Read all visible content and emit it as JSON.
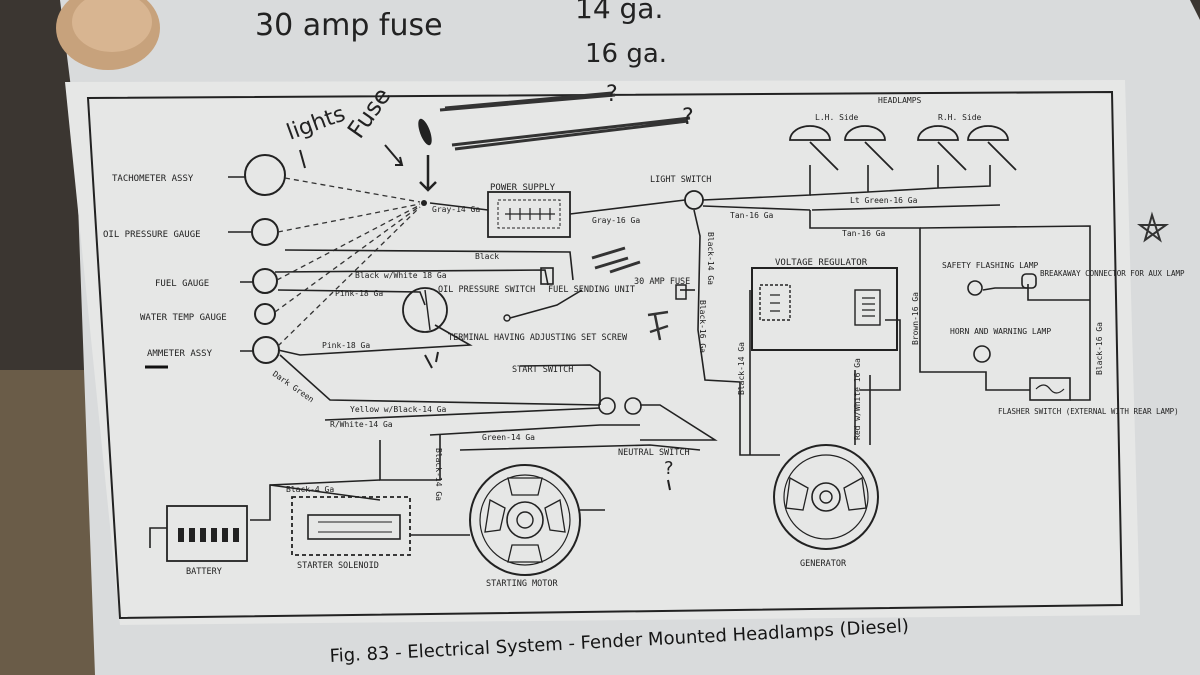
{
  "handwritten": {
    "top_fuse": "30 amp fuse",
    "top_gauge_1": "14 ga.",
    "top_gauge_2": "16 ga.",
    "lights": "lights",
    "fuse": "Fuse",
    "question_1": "?",
    "question_2": "?",
    "question_3": "?"
  },
  "diagram": {
    "caption": "Fig. 83 - Electrical System - Fender Mounted Headlamps (Diesel)",
    "components": {
      "tachometer": "TACHOMETER ASSY",
      "oil_pressure_gauge": "OIL PRESSURE GAUGE",
      "fuel_gauge": "FUEL GAUGE",
      "water_temp_gauge": "WATER TEMP GAUGE",
      "ammeter": "AMMETER ASSY",
      "power_supply": "POWER SUPPLY",
      "light_switch": "LIGHT SWITCH",
      "headlamps": "HEADLAMPS",
      "lh_side": "L.H. Side",
      "rh_side": "R.H. Side",
      "voltage_regulator": "VOLTAGE REGULATOR",
      "safety_flashing_lamp": "SAFETY FLASHING LAMP",
      "breakaway_connector": "BREAKAWAY CONNECTOR FOR AUX LAMP",
      "horn_warning_lamp": "HORN AND WARNING LAMP",
      "flasher_switch": "FLASHER SWITCH (EXTERNAL WITH REAR LAMP)",
      "oil_pressure_switch": "OIL PRESSURE SWITCH",
      "fuel_sending_unit": "FUEL SENDING UNIT",
      "terminal_adjusting": "TERMINAL HAVING ADJUSTING SET SCREW",
      "fuse_30_amp": "30 AMP FUSE",
      "start_switch": "START SWITCH",
      "neutral_switch": "NEUTRAL SWITCH",
      "battery": "BATTERY",
      "starter_solenoid": "STARTER SOLENOID",
      "starting_motor": "STARTING MOTOR",
      "generator": "GENERATOR"
    },
    "wires": {
      "gray_14": "Gray-14 Ga",
      "gray_16": "Gray-16 Ga",
      "tan_16_a": "Tan-16 Ga",
      "tan_16_b": "Tan-16 Ga",
      "lt_green_16": "Lt Green-16 Ga",
      "black": "Black",
      "black_white_18": "Black w/White 18 Ga",
      "pink_18_a": "Pink-18 Ga",
      "pink_18_b": "Pink-18 Ga",
      "black_14": "Black-14 Ga",
      "black_16": "Black-16 Ga",
      "black_14_b": "Black-14 Ga",
      "brown_16": "Brown-16 Ga",
      "black_16_b": "Black-16 Ga",
      "red_white_16": "Red w/White 16 Ga",
      "dark_green": "Dark Green",
      "yellow_black_14": "Yellow w/Black-14 Ga",
      "red_white_14": "R/White-14 Ga",
      "green_14": "Green-14 Ga",
      "black_14_c": "Black-14 Ga",
      "black_4": "Black-4 Ga"
    }
  }
}
